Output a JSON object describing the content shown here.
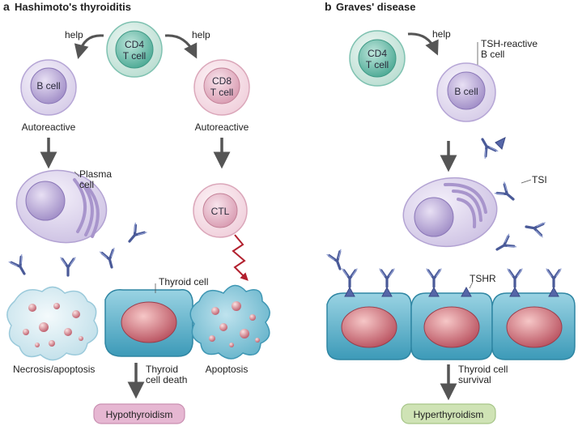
{
  "panel_a": {
    "letter": "a",
    "title": "Hashimoto's thyroiditis",
    "help_left": "help",
    "help_right": "help",
    "cd4_line1": "CD4",
    "cd4_line2": "T cell",
    "b_cell": "B cell",
    "cd8_line1": "CD8",
    "cd8_line2": "T cell",
    "autoreactive_left": "Autoreactive",
    "autoreactive_right": "Autoreactive",
    "plasma_line1": "Plasma",
    "plasma_line2": "cell",
    "ctl": "CTL",
    "thyroid_cell": "Thyroid cell",
    "necrosis": "Necrosis/apoptosis",
    "apoptosis": "Apoptosis",
    "death_line1": "Thyroid",
    "death_line2": "cell death",
    "outcome": "Hypothyroidism"
  },
  "panel_b": {
    "letter": "b",
    "title": "Graves' disease",
    "help": "help",
    "cd4_line1": "CD4",
    "cd4_line2": "T cell",
    "tsh_line1": "TSH-reactive",
    "tsh_line2": "B cell",
    "b_cell": "B cell",
    "tsi": "TSI",
    "tshr": "TSHR",
    "survival_line1": "Thyroid cell",
    "survival_line2": "survival",
    "outcome": "Hyperthyroidism"
  },
  "colors": {
    "cd4_fill": "#5fb8a5",
    "b_cell_fill": "#b8a8d6",
    "cd8_fill": "#e3b4c4",
    "thyroid_fill": "#5fb4cc",
    "nucleus_fill": "#d07a86",
    "antibody": "#4a5a98",
    "hypo_fill": "#e6b7d2",
    "hyper_fill": "#cfe3b5",
    "lightning": "#b2202e"
  }
}
